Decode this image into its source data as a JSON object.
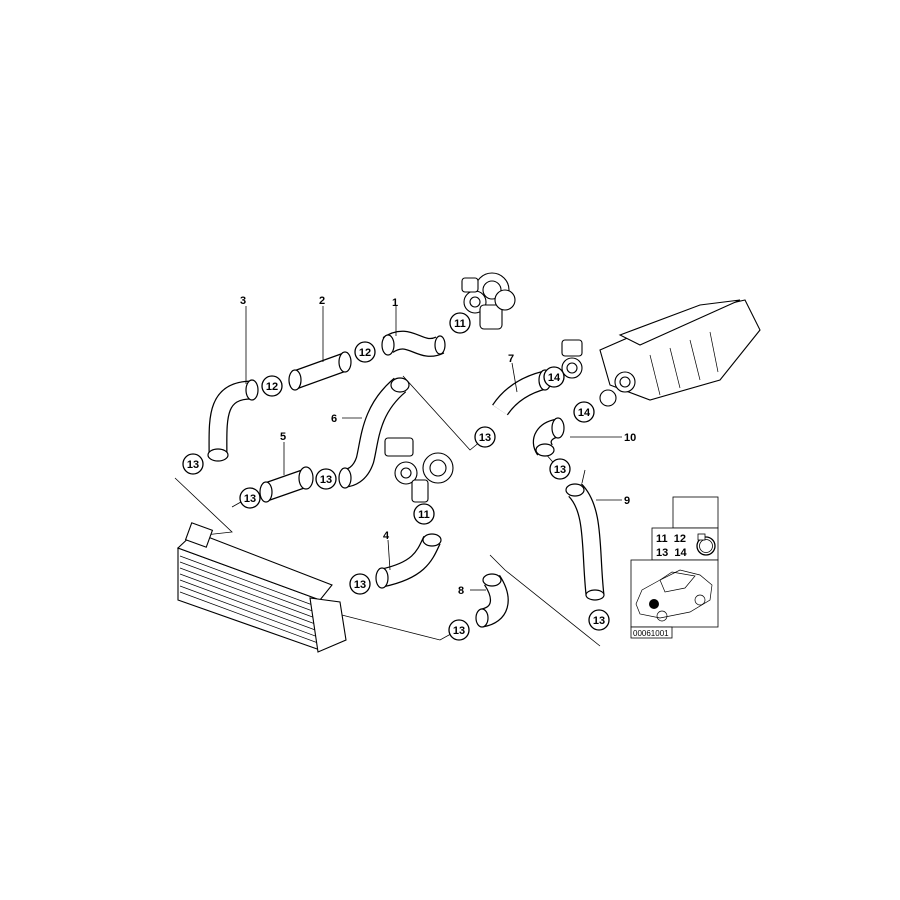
{
  "part_labels": {
    "p1": "1",
    "p2": "2",
    "p3": "3",
    "p4": "4",
    "p5": "5",
    "p6": "6",
    "p7": "7",
    "p8": "8",
    "p9": "9",
    "p10": "10"
  },
  "callouts": [
    "11",
    "12",
    "12",
    "14",
    "14",
    "13",
    "13",
    "13",
    "13",
    "13",
    "11",
    "13",
    "13",
    "13"
  ],
  "inset": {
    "row1": "11  12",
    "row2": "13  14",
    "code": "00061001"
  },
  "colors": {
    "line": "#000000",
    "background": "#ffffff"
  }
}
